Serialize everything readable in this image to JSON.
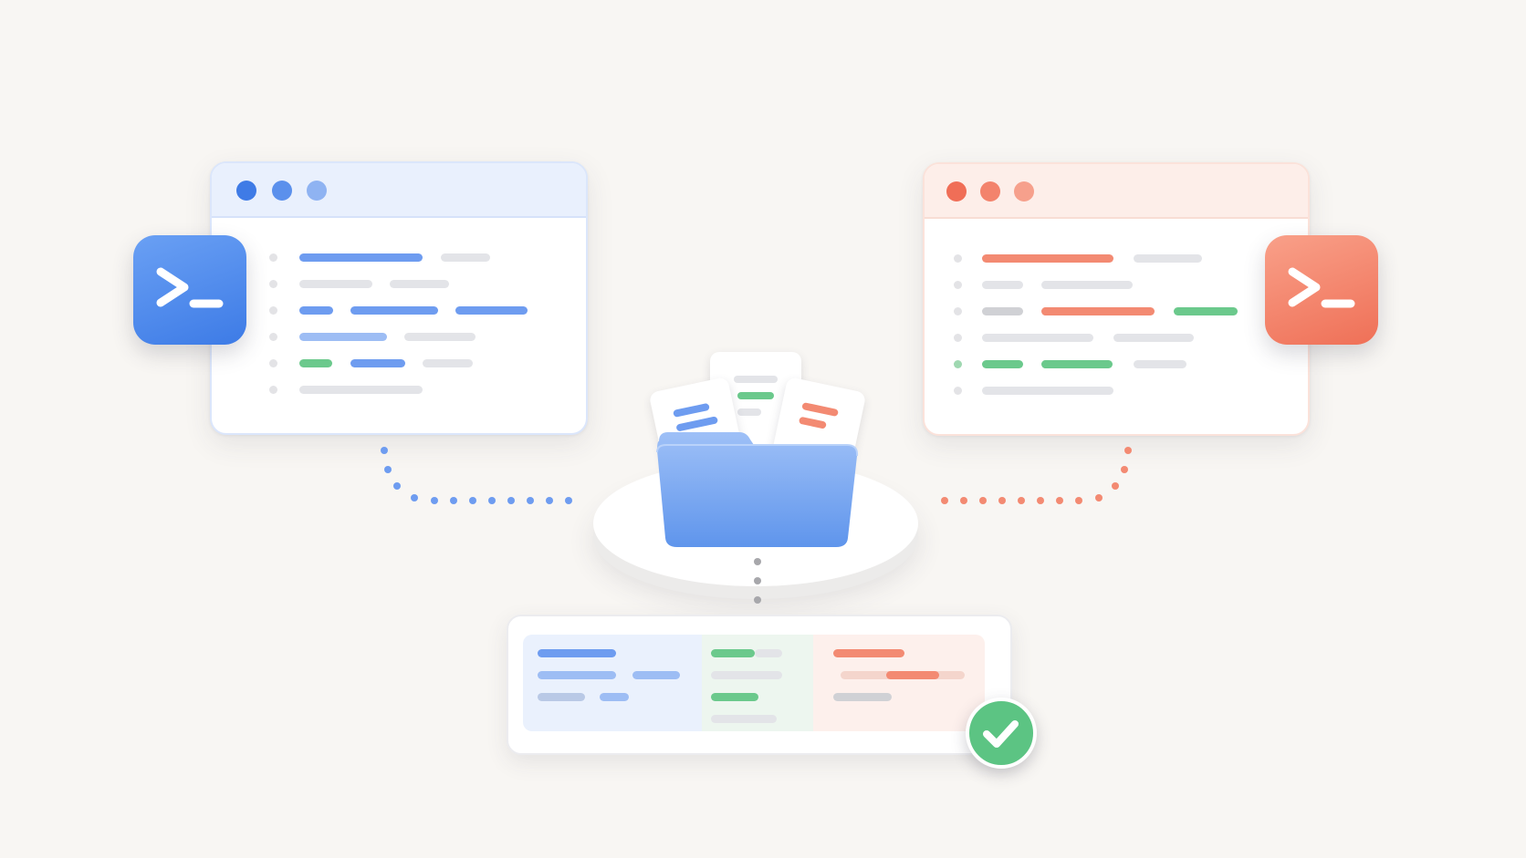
{
  "colors": {
    "background": "#f8f6f3",
    "blue_accent": "#3d7be6",
    "red_accent": "#ef7057",
    "green_accent": "#5cc483",
    "connector_gray": "#a7a7ab"
  },
  "icons": {
    "left_terminal": "terminal-prompt-icon",
    "right_terminal": "terminal-prompt-icon",
    "center": "folder-icon",
    "result_status": "checkmark-icon"
  },
  "left_window": {
    "theme": "blue",
    "rows": 6
  },
  "right_window": {
    "theme": "red",
    "rows": 6
  },
  "result_panel": {
    "columns": 3,
    "status": "success"
  }
}
